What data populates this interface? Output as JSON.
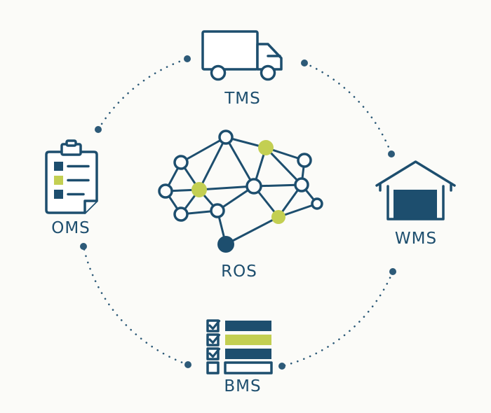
{
  "diagram": {
    "center": {
      "label": "ROS",
      "icon": "brain-network-icon"
    },
    "satellites": [
      {
        "label": "TMS",
        "icon": "truck-icon",
        "position": "top"
      },
      {
        "label": "WMS",
        "icon": "warehouse-icon",
        "position": "right"
      },
      {
        "label": "BMS",
        "icon": "checklist-icon",
        "position": "bottom"
      },
      {
        "label": "OMS",
        "icon": "clipboard-icon",
        "position": "left"
      }
    ],
    "ring": {
      "style": "dotted-circle",
      "connector_dots": 8
    },
    "colors": {
      "navy": "#1d4e6e",
      "accent": "#c3cf52",
      "dot": "#2d5a78",
      "background": "#fbfbf8"
    }
  }
}
